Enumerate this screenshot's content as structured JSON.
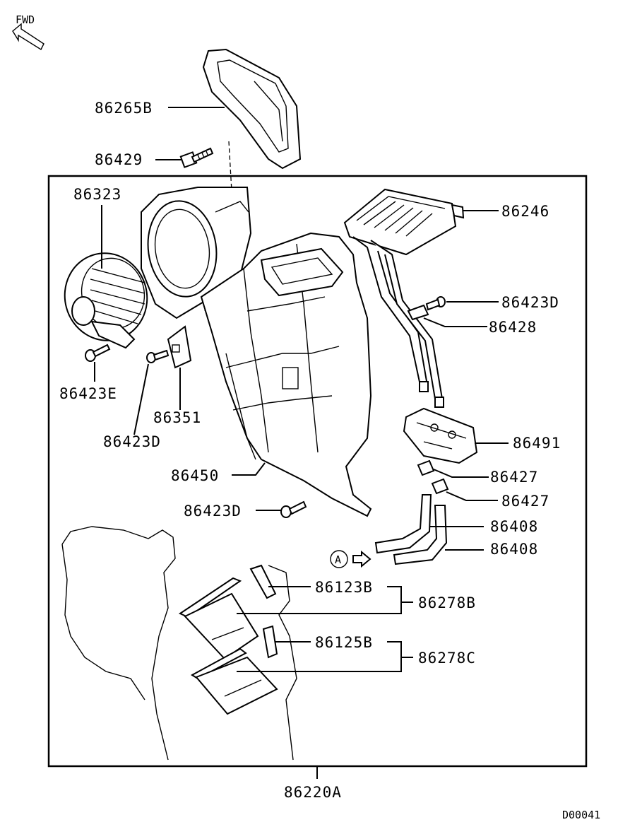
{
  "diagram": {
    "direction_label": "FWD",
    "assembly_label": "86220A",
    "ref_code": "D00041",
    "view_marker": "A",
    "callouts": [
      "86265B",
      "86429",
      "86323",
      "86246",
      "86423D",
      "86428",
      "86423E",
      "86351",
      "86423D",
      "86491",
      "86450",
      "86427",
      "86427",
      "86423D",
      "86408",
      "86408",
      "86123B",
      "86278B",
      "86125B",
      "86278C"
    ]
  }
}
